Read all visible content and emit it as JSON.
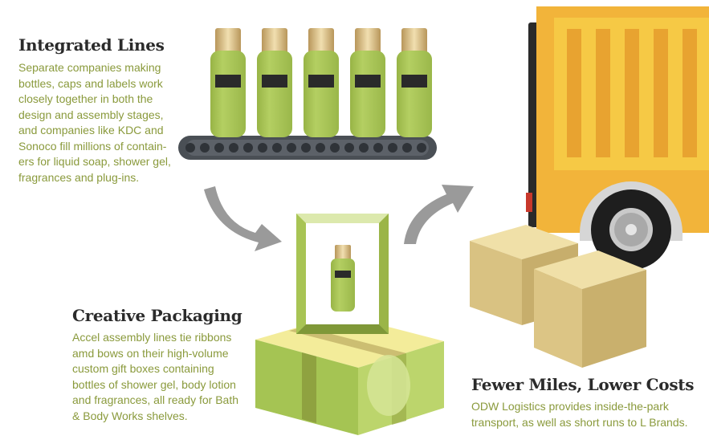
{
  "sections": {
    "integrated": {
      "title": "Integrated Lines",
      "lines": [
        "Separate companies making",
        "bottles, caps and labels work",
        "closely together in both the",
        "design and assembly stages,",
        "and companies like KDC and",
        "Sonoco fill millions of contain-",
        "ers for liquid soap, shower gel,",
        "fragrances and plug-ins."
      ]
    },
    "packaging": {
      "title": "Creative Packaging",
      "lines": [
        "Accel assembly lines tie ribbons",
        "amd bows on their high-volume",
        "custom gift boxes containing",
        "bottles of shower gel, body lotion",
        "and fragrances, all ready for Bath",
        "& Body Works shelves."
      ]
    },
    "logistics": {
      "title": "Fewer Miles, Lower Costs",
      "lines": [
        "ODW Logistics provides inside-the-park",
        "transport, as well as short runs to L Brands."
      ]
    }
  },
  "colors": {
    "heading": "#2b2b2b",
    "body_text": "#8a9a3c",
    "bottle": "#a8c454",
    "bottle_cap": "#d8c08a",
    "conveyor": "#4a4f55",
    "arrow": "#9a9a9a",
    "truck": "#f2b43a",
    "cardboard": "#e2cd8c",
    "gift_box": "#b8d36a"
  }
}
